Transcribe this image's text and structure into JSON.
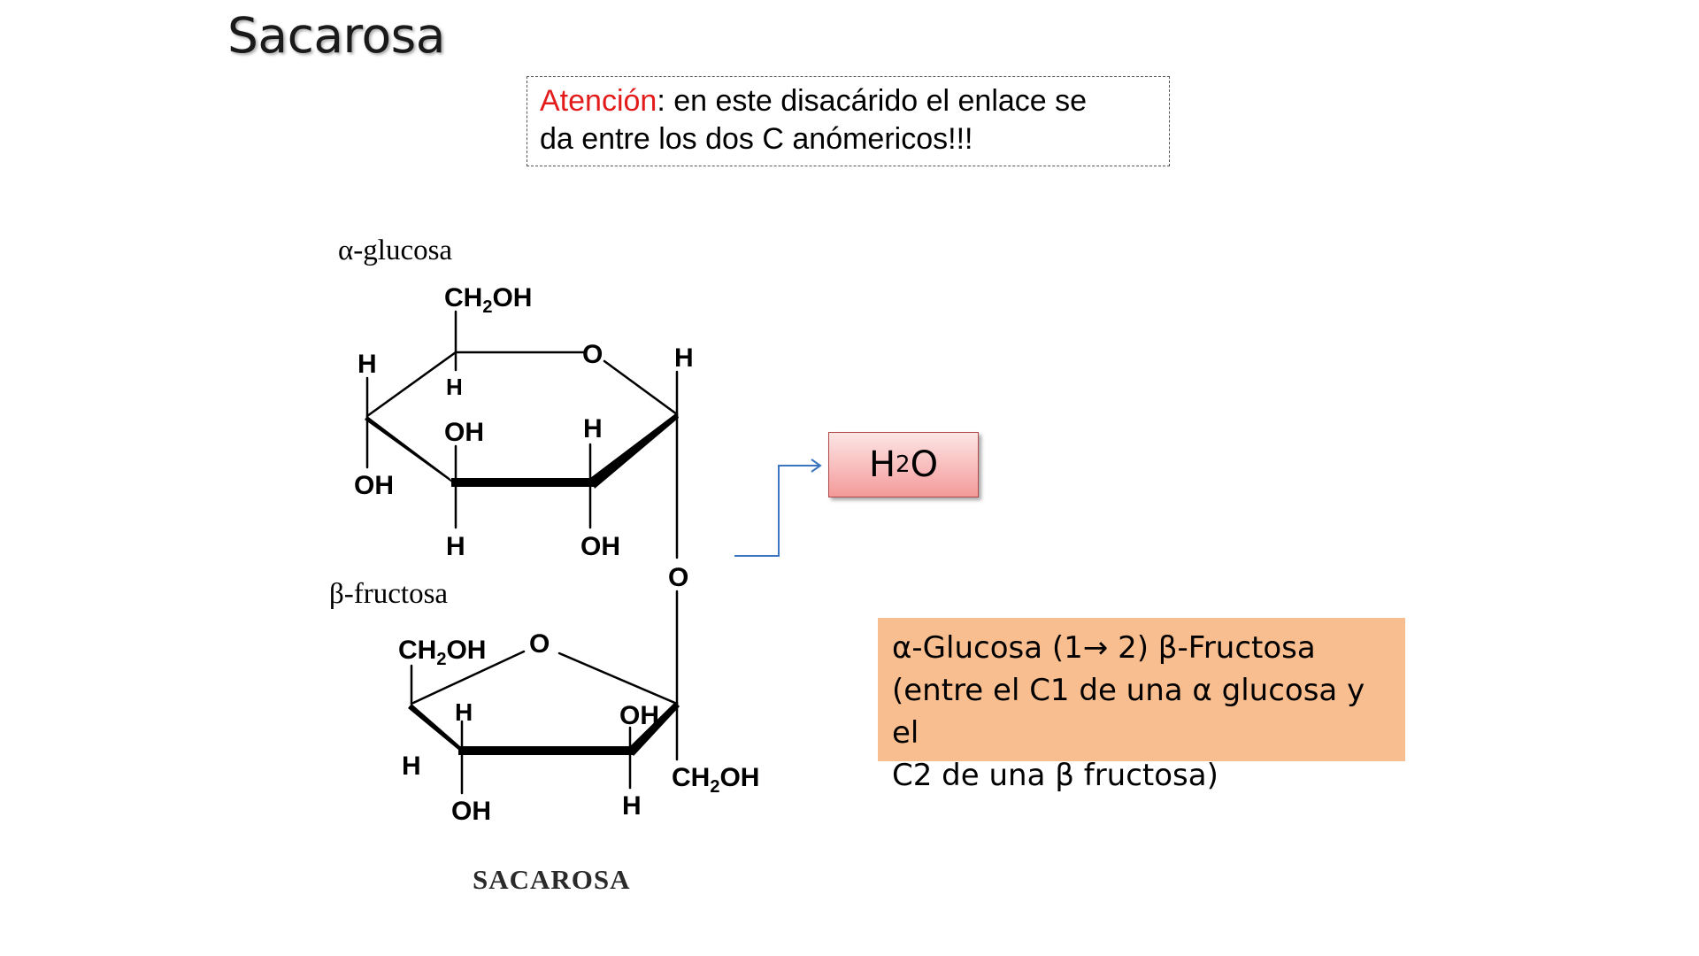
{
  "title": "Sacarosa",
  "note": {
    "attention_word": "Atención",
    "text_line1": ": en este disacárido el enlace se",
    "text_line2": "da entre los dos C anómericos!!!",
    "accent_color": "#e31b1b"
  },
  "water": {
    "main": "H",
    "sub": "2",
    "end": "O"
  },
  "bond_description": {
    "line1": "α-Glucosa (1→ 2) β-Fructosa",
    "line2": "(entre el C1 de una α glucosa y el",
    "line3": "C2 de una β fructosa)",
    "background": "#f9be8f"
  },
  "structure": {
    "glucose_label": "α-glucosa",
    "fructose_label": "β-fructosa",
    "name": "SACAROSA",
    "glucose_atoms": {
      "ch2oh_main": "CH",
      "ch2oh_sub": "2",
      "ch2oh_end": "OH",
      "ring_o": "O",
      "h_top_left": "H",
      "h_c5": "H",
      "h_anomeric": "H",
      "oh_c3_upper": "OH",
      "h_c2_upper": "H",
      "oh_c4_left": "OH",
      "h_c3_lower": "H",
      "oh_c2_lower": "OH"
    },
    "bridge_o": "O",
    "fructose_atoms": {
      "ch2oh_left_main": "CH",
      "ch2oh_left_sub": "2",
      "ch2oh_left_end": "OH",
      "ring_o": "O",
      "h_c5": "H",
      "oh_c3": "OH",
      "h_left": "H",
      "oh_bottom": "OH",
      "h_bottom": "H",
      "ch2oh_right_main": "CH",
      "ch2oh_right_sub": "2",
      "ch2oh_right_end": "OH"
    }
  }
}
